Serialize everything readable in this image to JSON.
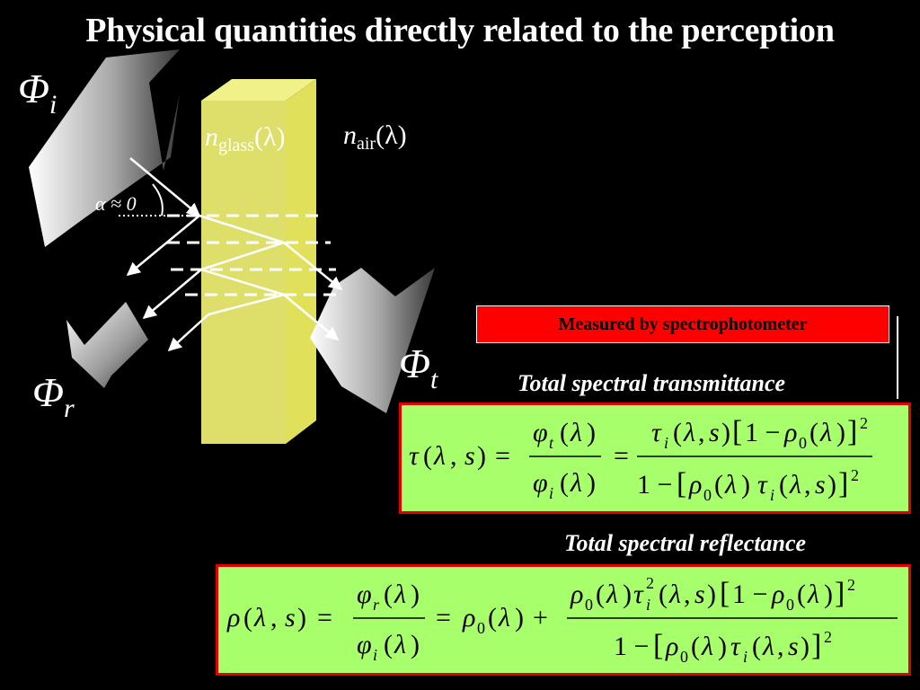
{
  "title": "Physical quantities directly related to the perception",
  "labels": {
    "phi_i": {
      "base": "Φ",
      "sub": "i"
    },
    "phi_r": {
      "base": "Φ",
      "sub": "r"
    },
    "phi_t": {
      "base": "Φ",
      "sub": "t"
    },
    "n_glass": {
      "base": "n",
      "sub": "glass",
      "arg": "(λ)"
    },
    "n_air": {
      "base": "n",
      "sub": "air",
      "arg": "(λ)"
    },
    "alpha": "α ≈ 0"
  },
  "banner": "Measured by spectrophotometer",
  "transmittance": {
    "heading": "Total spectral transmittance",
    "formula": "τ(λ, s) = φt(λ) / φi(λ) = τi(λ, s)[1 − ρ0(λ)]² / (1 − [ρ0(λ) τi(λ, s)]²)"
  },
  "reflectance": {
    "heading": "Total spectral reflectance",
    "formula": "ρ(λ, s) = φr(λ) / φi(λ) = ρ0(λ) + ρ0(λ)τi²(λ, s)[1 − ρ0(λ)]² / (1 − [ρ0(λ)τi(λ, s)]²)"
  },
  "colors": {
    "background": "#000000",
    "glass_front": "#dede6a",
    "glass_side": "#b9b94a",
    "banner": "#ff0000",
    "formula_bg": "#a6ff6b",
    "formula_border": "#e00000"
  }
}
